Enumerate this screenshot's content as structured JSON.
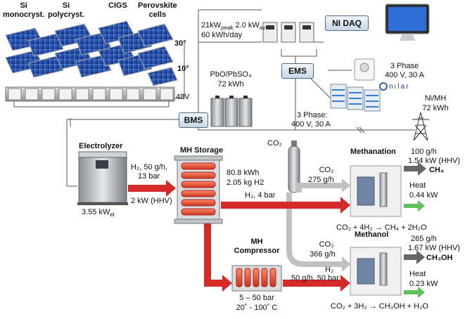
{
  "pv": {
    "types": [
      "Si\nmonocryst.",
      "Si\npolycryst.",
      "CIGS",
      "Perovskite\ncells"
    ],
    "angle_high": "30°",
    "angle_low": "10°",
    "bus_voltage": "48V"
  },
  "bms": {
    "label": "BMS"
  },
  "ems": {
    "label": "EMS"
  },
  "daq": {
    "label": "NI DAQ"
  },
  "lead_battery": {
    "chem": "PbO/PbSO₄",
    "capacity": "72 kWh"
  },
  "inverters": {
    "line1": "21kW",
    "line1_sub": "peak",
    "line1_b": " 2.0 kW",
    "line1_b_sub": "av",
    "line2": "60 kWh/day"
  },
  "grid_3phase_top": {
    "line1": "3 Phase",
    "line2": "400 V, 30 A"
  },
  "nilar": {
    "logo": "nılar",
    "chem": "Ni/MH",
    "capacity": "72 kWh"
  },
  "grid_3phase_mid": {
    "line1": "3 Phase:",
    "line2": "400 V, 30 A"
  },
  "electrolyzer": {
    "title": "Electrolyzer",
    "h2_line1": "H₂, 50 g/h,",
    "h2_line2": "13 bar",
    "power_hhv": "2 kW (HHV)",
    "power_el": "3.55 kW",
    "power_el_sub": "el"
  },
  "mh_storage": {
    "title": "MH Storage",
    "energy": "80.8 kWh",
    "mass": "2.05 kg H2",
    "h2_out": "H₂, 4 bar"
  },
  "co2_source": {
    "label": "CO₂"
  },
  "methanation": {
    "title": "Methanation",
    "co2_label": "CO₂",
    "co2_rate": "275 g/h",
    "out_rate": "100 g/h",
    "out_power": "1.54 kW (HHV)",
    "out_product": "CH₄",
    "heat_label": "Heat",
    "heat_value": "0.44 kW",
    "reaction": "CO₂ + 4H₂ → CH₄ + 2H₂O"
  },
  "mh_compressor": {
    "title_line1": "MH",
    "title_line2": "Compressor",
    "pressure": "5 – 50 bar",
    "temperature": "20˚ - 100˚ C"
  },
  "methanol": {
    "title": "Methanol",
    "co2_label": "CO₂",
    "co2_rate": "366 g/h",
    "h2_label": "H₂",
    "h2_rate": "50 g/h, 50 bar",
    "out_rate": "265 g/h",
    "out_power": "1.67 kW (HHV)",
    "out_product": "CH₃OH",
    "heat_label": "Heat",
    "heat_value": "0.23 kW",
    "reaction": "CO₂ + 3H₂ → CH₃OH + H₂O"
  },
  "colors": {
    "h2_arrow": "#d42a2a",
    "co2_arrow": "#c0c0c0",
    "product_arrow": "#666666",
    "heat_arrow": "#5ec05a",
    "wire": "#555555",
    "box_border": "#4a6a8a"
  }
}
